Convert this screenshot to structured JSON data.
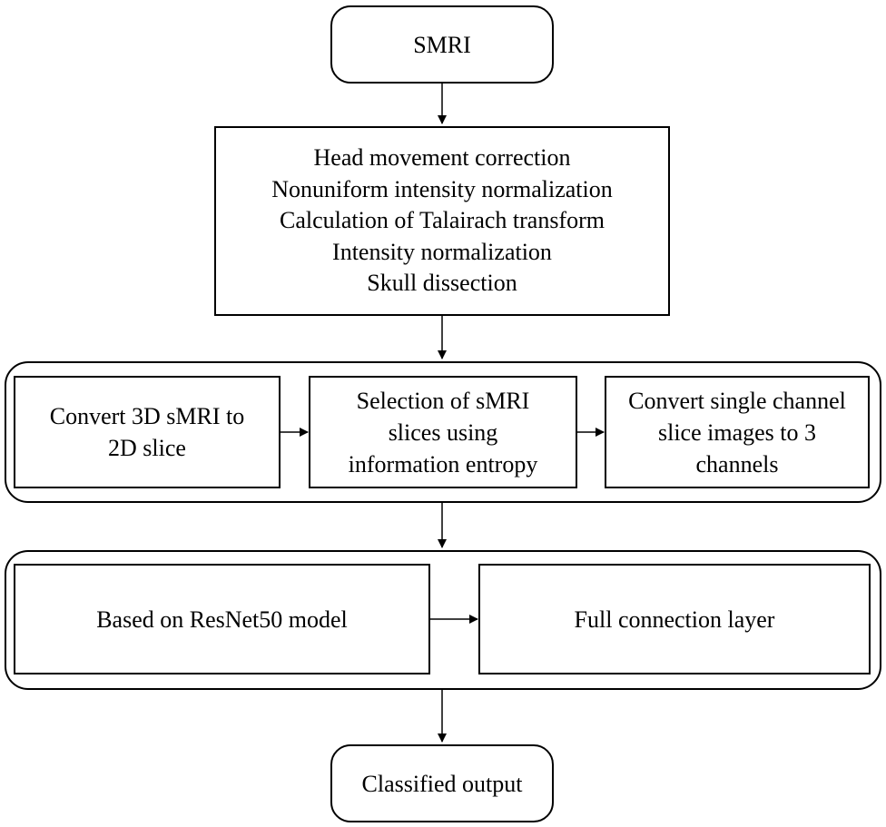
{
  "diagram": {
    "start_node": "SMRI",
    "preprocessing_steps": [
      "Head movement correction",
      "Nonuniform intensity normalization",
      "Calculation of Talairach transform",
      "Intensity normalization",
      "Skull dissection"
    ],
    "slice_stage": {
      "steps": [
        "Convert 3D sMRI to\n2D slice",
        "Selection of sMRI\nslices using\ninformation entropy",
        "Convert single channel\nslice images to 3\nchannels"
      ]
    },
    "model_stage": {
      "steps": [
        "Based on ResNet50 model",
        "Full connection layer"
      ]
    },
    "end_node": "Classified output"
  }
}
